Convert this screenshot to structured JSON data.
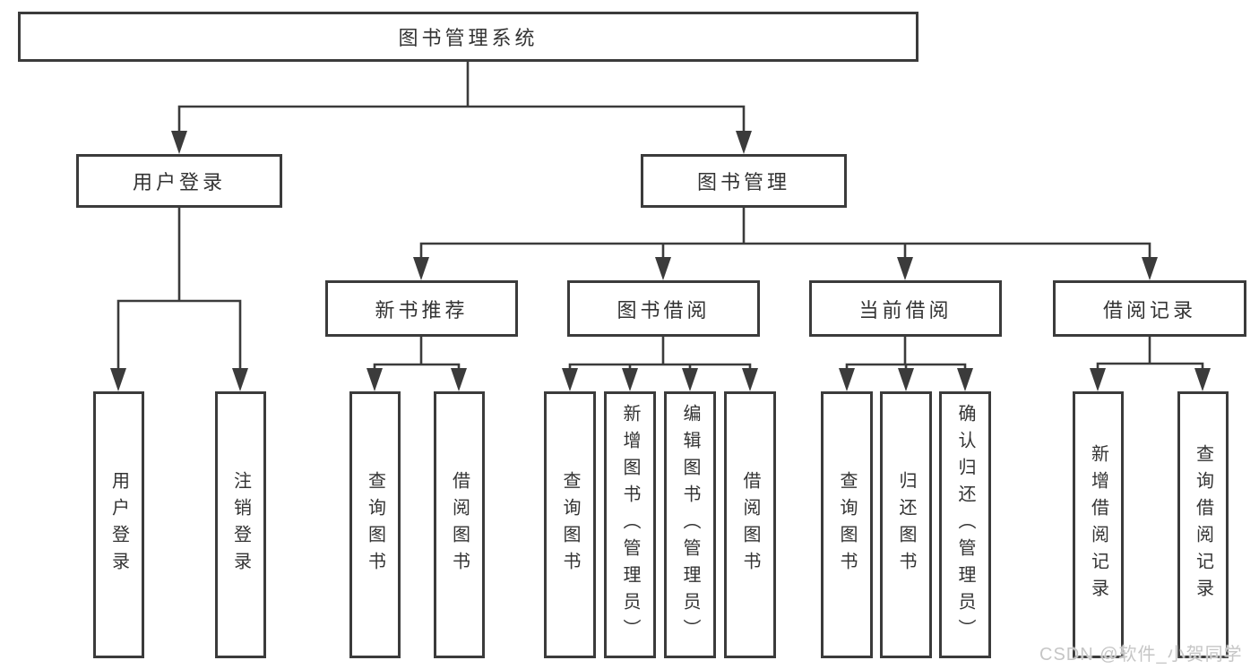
{
  "title": "图书管理系统",
  "tree": {
    "label": "图书管理系统",
    "children": [
      {
        "label": "用户登录",
        "children": [
          {
            "label": "用户登录"
          },
          {
            "label": "注销登录"
          }
        ]
      },
      {
        "label": "图书管理",
        "children": [
          {
            "label": "新书推荐",
            "children": [
              {
                "label": "查询图书"
              },
              {
                "label": "借阅图书"
              }
            ]
          },
          {
            "label": "图书借阅",
            "children": [
              {
                "label": "查询图书"
              },
              {
                "label": "新增图书（管理员）"
              },
              {
                "label": "编辑图书（管理员）"
              },
              {
                "label": "借阅图书"
              }
            ]
          },
          {
            "label": "当前借阅",
            "children": [
              {
                "label": "查询图书"
              },
              {
                "label": "归还图书"
              },
              {
                "label": "确认归还（管理员）"
              }
            ]
          },
          {
            "label": "借阅记录",
            "children": [
              {
                "label": "新增借阅记录"
              },
              {
                "label": "查询借阅记录"
              }
            ]
          }
        ]
      }
    ]
  },
  "watermark": {
    "text": "CSDN @软件_小贺同学"
  },
  "colors": {
    "line": "#3b3b3b",
    "text": "#333333",
    "background": "#ffffff",
    "watermark": "#c6c6c6"
  }
}
